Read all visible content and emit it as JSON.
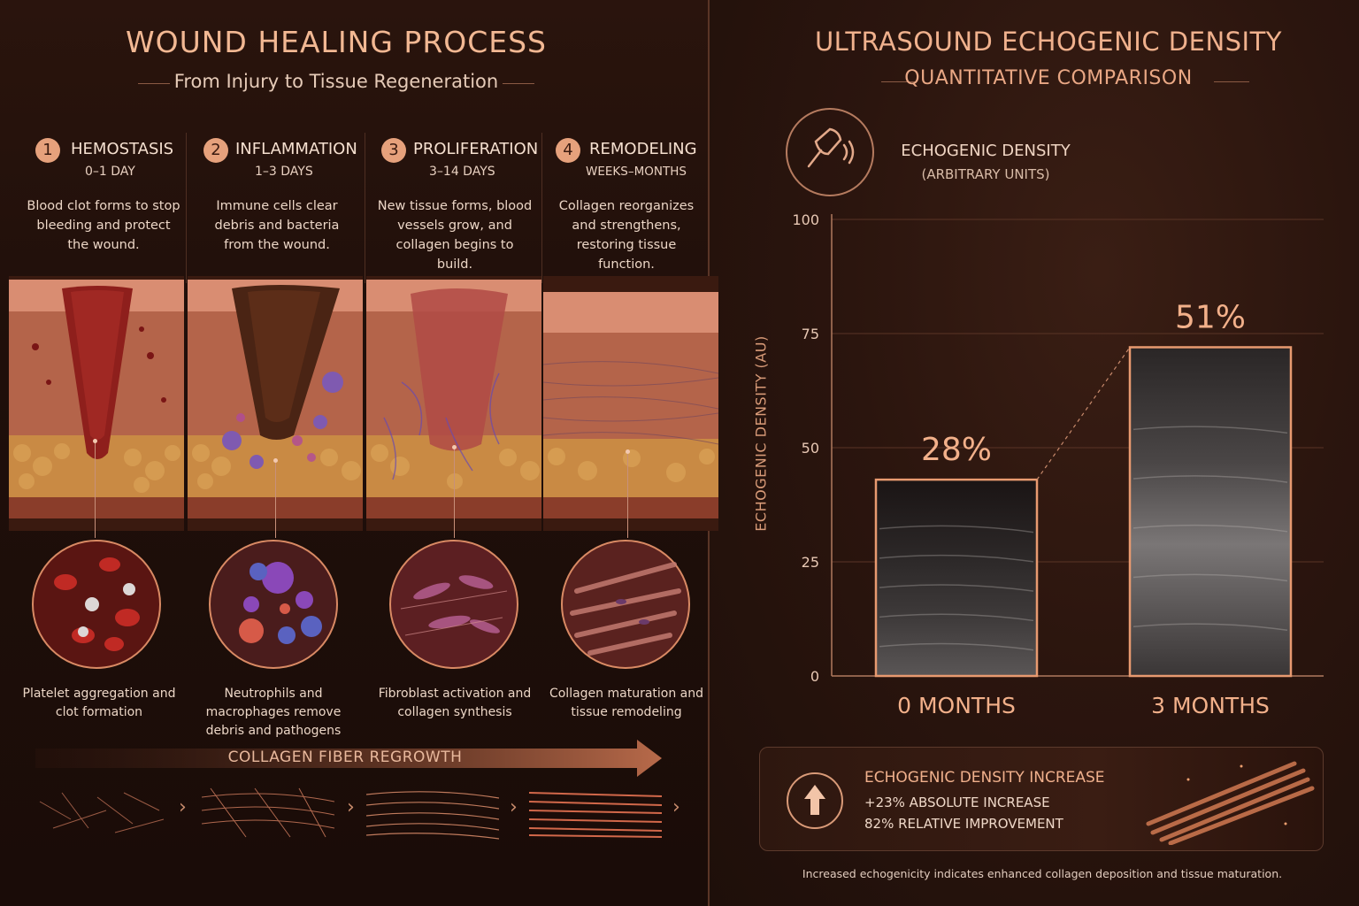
{
  "left": {
    "title": "WOUND HEALING PROCESS",
    "subtitle": "From Injury to Tissue Regeneration",
    "stages": [
      {
        "num": "1",
        "name": "HEMOSTASIS",
        "time": "0–1 DAY",
        "desc": "Blood clot forms to stop bleeding and protect the wound.",
        "caption": "Platelet aggregation and clot formation"
      },
      {
        "num": "2",
        "name": "INFLAMMATION",
        "time": "1–3 DAYS",
        "desc": "Immune cells clear debris and bacteria from the wound.",
        "caption": "Neutrophils and macrophages remove debris and pathogens"
      },
      {
        "num": "3",
        "name": "PROLIFERATION",
        "time": "3–14 DAYS",
        "desc": "New tissue forms, blood vessels grow, and collagen begins to build.",
        "caption": "Fibroblast activation and collagen synthesis"
      },
      {
        "num": "4",
        "name": "REMODELING",
        "time": "WEEKS–MONTHS",
        "desc": "Collagen reorganizes and strengthens, restoring tissue function.",
        "caption": "Collagen maturation and tissue remodeling"
      }
    ],
    "collagen_label": "COLLAGEN FIBER REGROWTH"
  },
  "right": {
    "title": "ULTRASOUND ECHOGENIC DENSITY",
    "subtitle": "QUANTITATIVE COMPARISON",
    "unit_title": "ECHOGENIC DENSITY",
    "unit_sub": "(ARBITRARY UNITS)",
    "stat": {
      "title": "ECHOGENIC DENSITY INCREASE",
      "line1": "+23% ABSOLUTE INCREASE",
      "line2": "82% RELATIVE IMPROVEMENT"
    },
    "footnote": "Increased echogenicity indicates enhanced collagen deposition and tissue maturation."
  },
  "chart_data": {
    "type": "bar",
    "categories": [
      "0 MONTHS",
      "3 MONTHS"
    ],
    "values": [
      43,
      72
    ],
    "data_labels": [
      "28%",
      "51%"
    ],
    "ylabel": "ECHOGENIC DENSITY (AU)",
    "ylim": [
      0,
      100
    ],
    "yticks": [
      0,
      25,
      50,
      75,
      100
    ],
    "grid": true
  },
  "colors": {
    "accent": "#f0b18d",
    "bar_border": "#e08a60",
    "background": "#1e0f0a"
  }
}
